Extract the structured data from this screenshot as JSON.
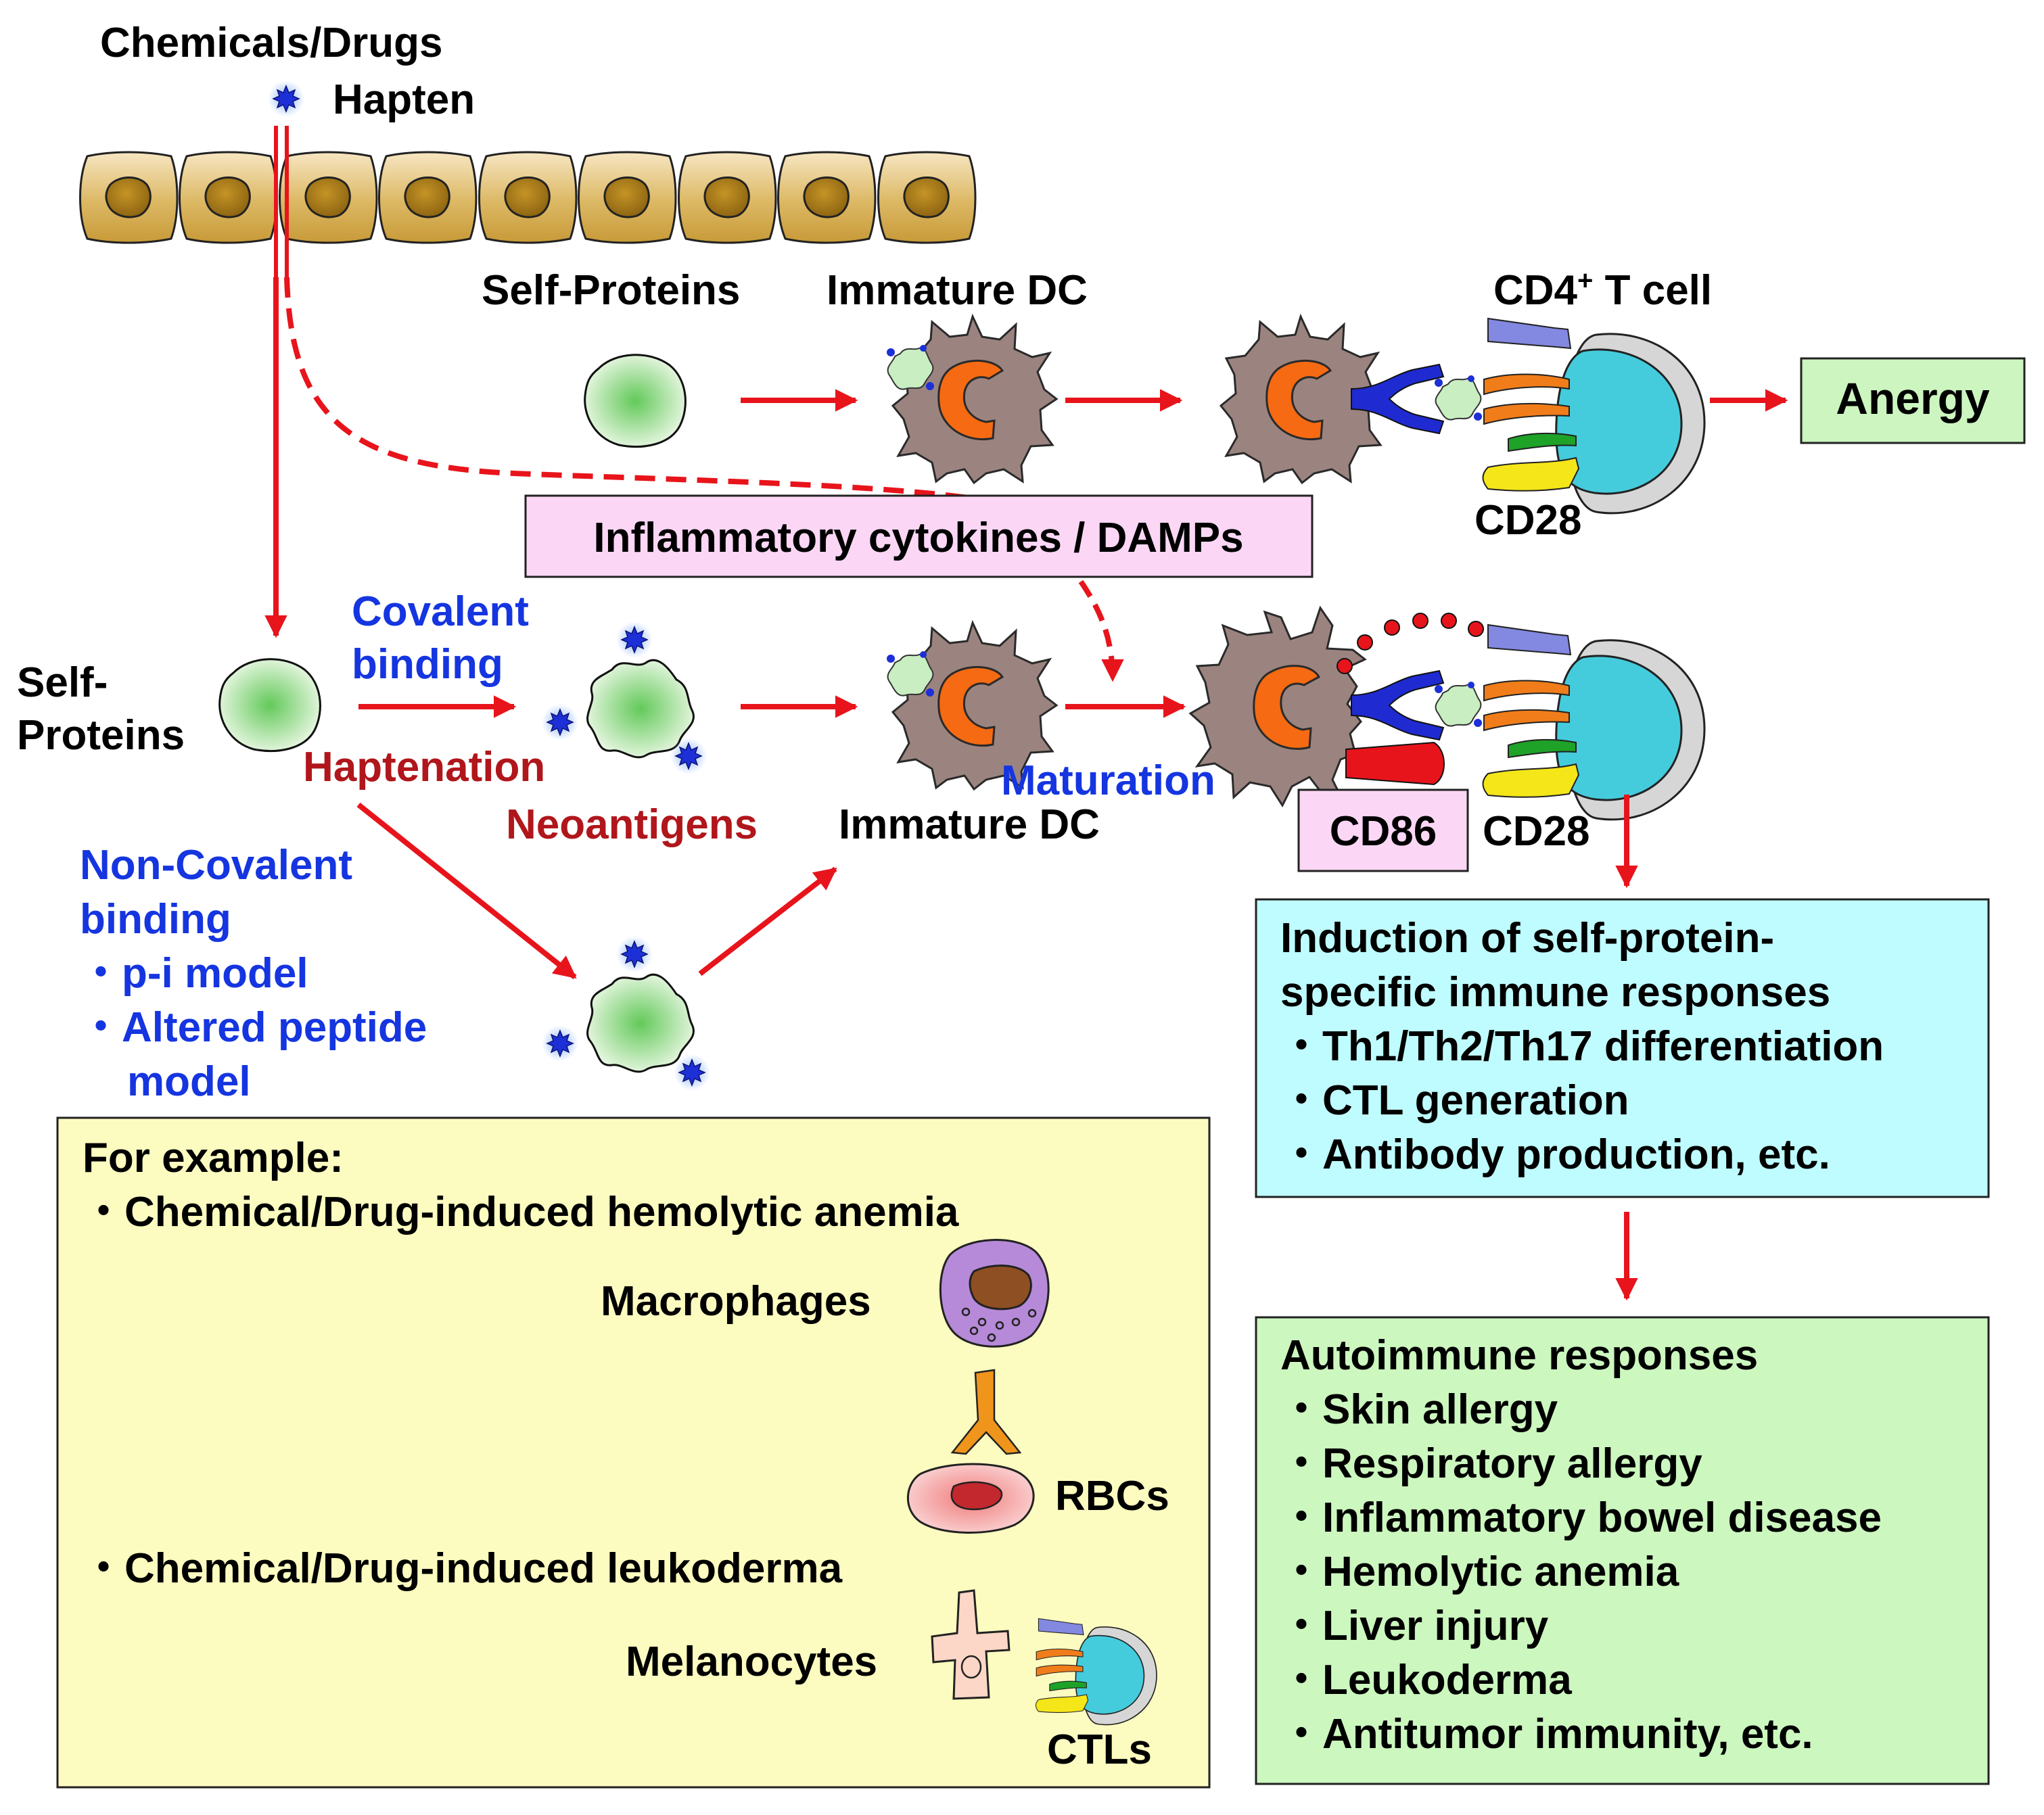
{
  "labels": {
    "chemicals_drugs": "Chemicals/Drugs",
    "hapten": "Hapten",
    "self_proteins_top": "Self-Proteins",
    "immature_dc_top": "Immature DC",
    "cd4_t_cell_prefix": "CD4",
    "cd4_t_cell_sup": "+",
    "cd4_t_cell_suffix": " T cell",
    "anergy": "Anergy",
    "cd28_top": "CD28",
    "inflammatory": "Inflammatory cytokines / DAMPs",
    "self_proteins_left_1": "Self-",
    "self_proteins_left_2": "Proteins",
    "covalent_1": "Covalent",
    "covalent_2": "binding",
    "haptenation": "Haptenation",
    "neoantigens": "Neoantigens",
    "immature_dc_bottom": "Immature DC",
    "maturation": "Maturation",
    "cd86": "CD86",
    "cd28_bottom": "CD28",
    "noncovalent": [
      "Non-Covalent",
      "binding",
      "・p-i model",
      "・Altered peptide",
      "model"
    ]
  },
  "induction_box": {
    "lines": [
      "Induction of self-protein-",
      "specific immune responses"
    ],
    "items": [
      "・Th1/Th2/Th17 differentiation",
      "・CTL generation",
      "・Antibody production, etc."
    ]
  },
  "autoimmune_box": {
    "title": "Autoimmune responses",
    "items": [
      "・Skin allergy",
      "・Respiratory allergy",
      "・Inflammatory bowel disease",
      "・Hemolytic anemia",
      "・Liver injury",
      "・Leukoderma",
      "・Antitumor immunity, etc."
    ]
  },
  "example_box": {
    "title": "For example:",
    "item1": "・Chemical/Drug-induced hemolytic anemia",
    "macrophages": "Macrophages",
    "rbcs": "RBCs",
    "item2": "・Chemical/Drug-induced leukoderma",
    "melanocytes": "Melanocytes",
    "ctls": "CTLs"
  },
  "colors": {
    "arrow": "#e8141b",
    "blue_text": "#1535e0",
    "dark_red_text": "#b0161b",
    "anergy_box": "#ccf5c0",
    "pink_box": "#fbd7f5",
    "cyan_box": "#bffcff",
    "green_box": "#ccf7bf",
    "yellow_box": "#fdfcc0"
  }
}
